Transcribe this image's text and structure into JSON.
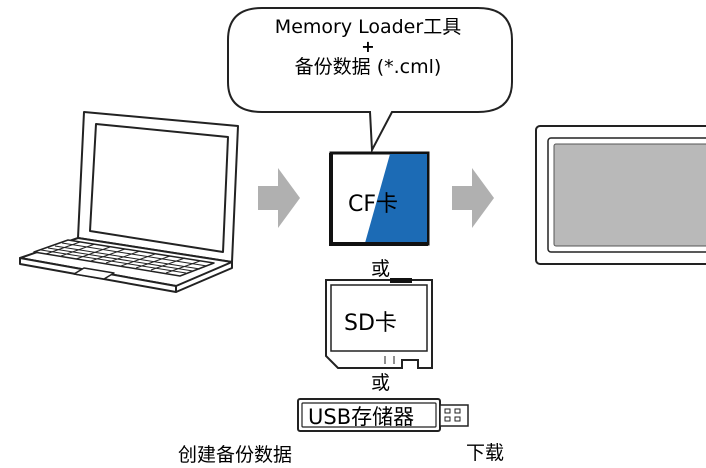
{
  "bubble": {
    "line1": "Memory Loader工具",
    "line2": "+",
    "line3": "备份数据 (*.cml)"
  },
  "cards": {
    "cf_label": "CF卡",
    "sd_label": "SD卡",
    "usb_label": "USB存储器"
  },
  "connectors": {
    "or_1": "或",
    "or_2": "或"
  },
  "captions": {
    "create_backup": "创建备份数据",
    "download": "下载"
  },
  "colors": {
    "cf_blue": "#1c6bb5",
    "arrow_gray": "#b0b0b0",
    "screen_gray": "#b9b9b9"
  }
}
